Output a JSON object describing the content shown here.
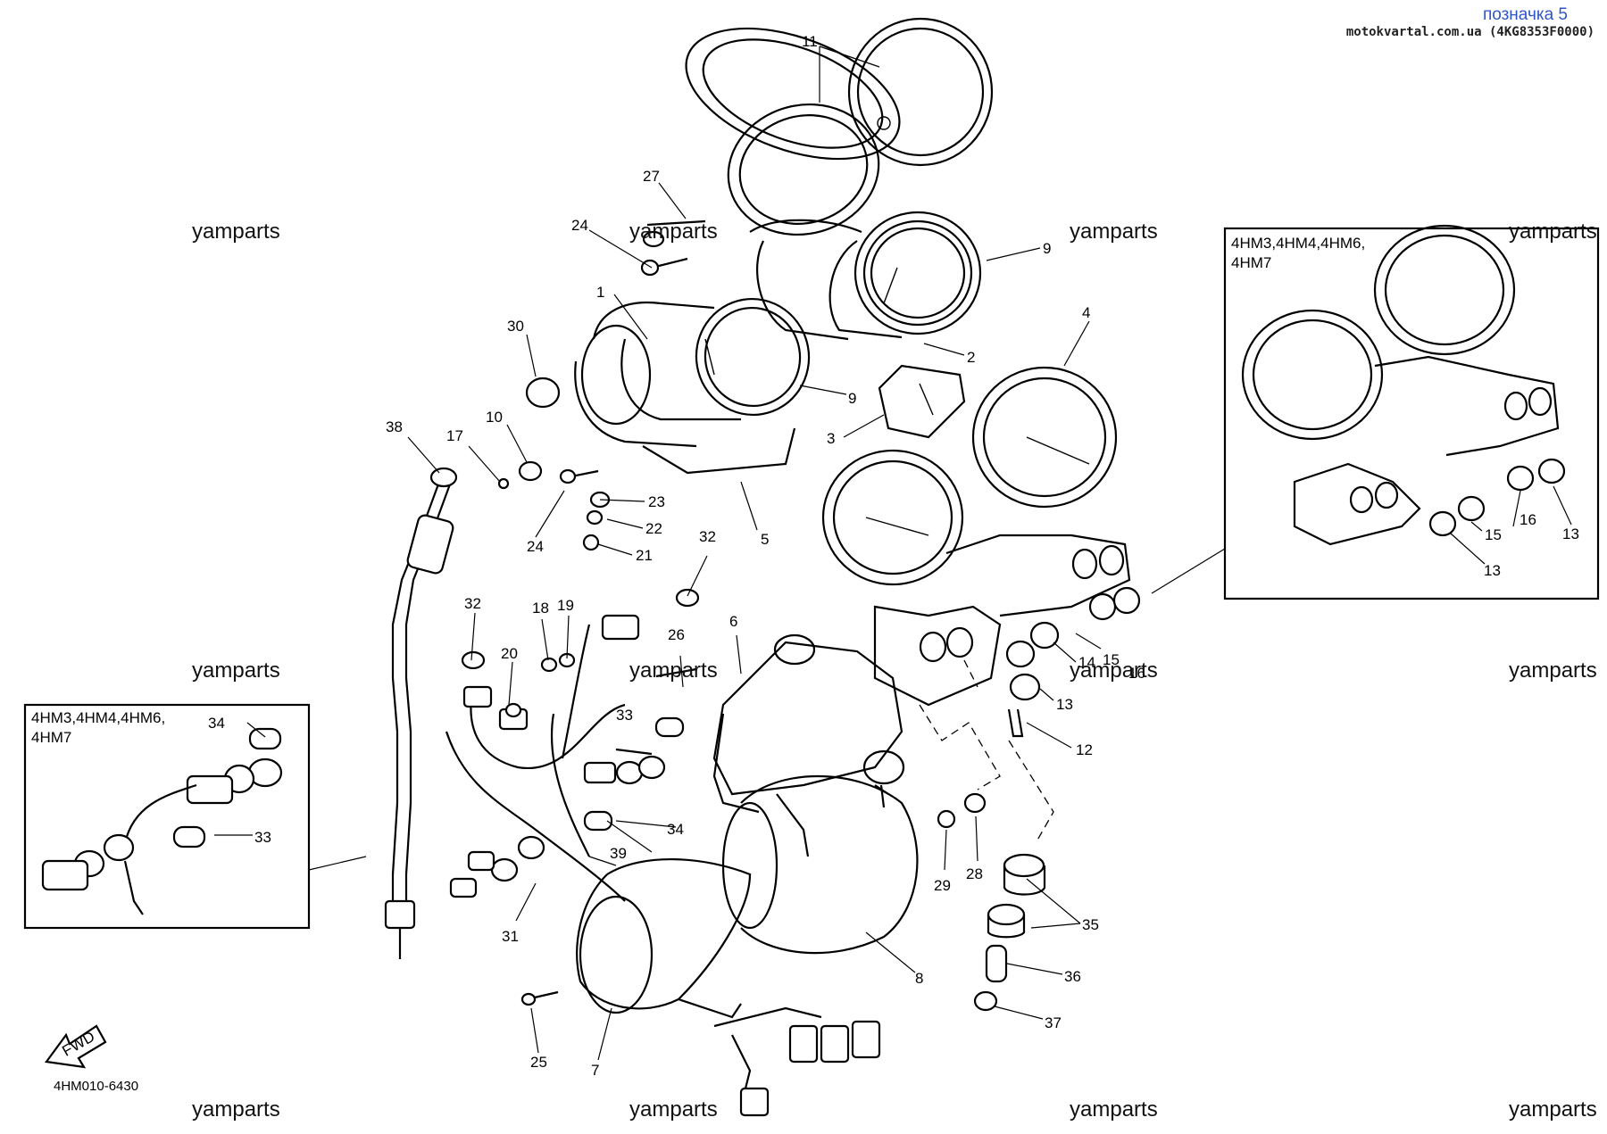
{
  "header": {
    "link_text": "позначка 5",
    "source_text": "motokvartal.com.ua (4KG8353F0000)"
  },
  "watermark": "yamparts",
  "diagram_code": "4HM010-6430",
  "insets": {
    "right_title_line1": "4HM3,4HM4,4HM6,",
    "right_title_line2": "4HM7",
    "left_title_line1": "4HM3,4HM4,4HM6,",
    "left_title_line2": "4HM7"
  },
  "fwd_label": "FWD",
  "part_numbers": [
    "11",
    "27",
    "24",
    "9",
    "1",
    "30",
    "2",
    "9",
    "3",
    "4",
    "38",
    "17",
    "10",
    "5",
    "23",
    "24",
    "22",
    "21",
    "32",
    "32",
    "18",
    "19",
    "20",
    "26",
    "6",
    "14",
    "15",
    "16",
    "13",
    "12",
    "33",
    "34",
    "34",
    "33",
    "39",
    "31",
    "29",
    "28",
    "35",
    "8",
    "36",
    "37",
    "25",
    "7",
    "15",
    "16",
    "13",
    "13"
  ],
  "colors": {
    "link": "#2f56c9",
    "line": "#000000",
    "background": "#ffffff"
  }
}
